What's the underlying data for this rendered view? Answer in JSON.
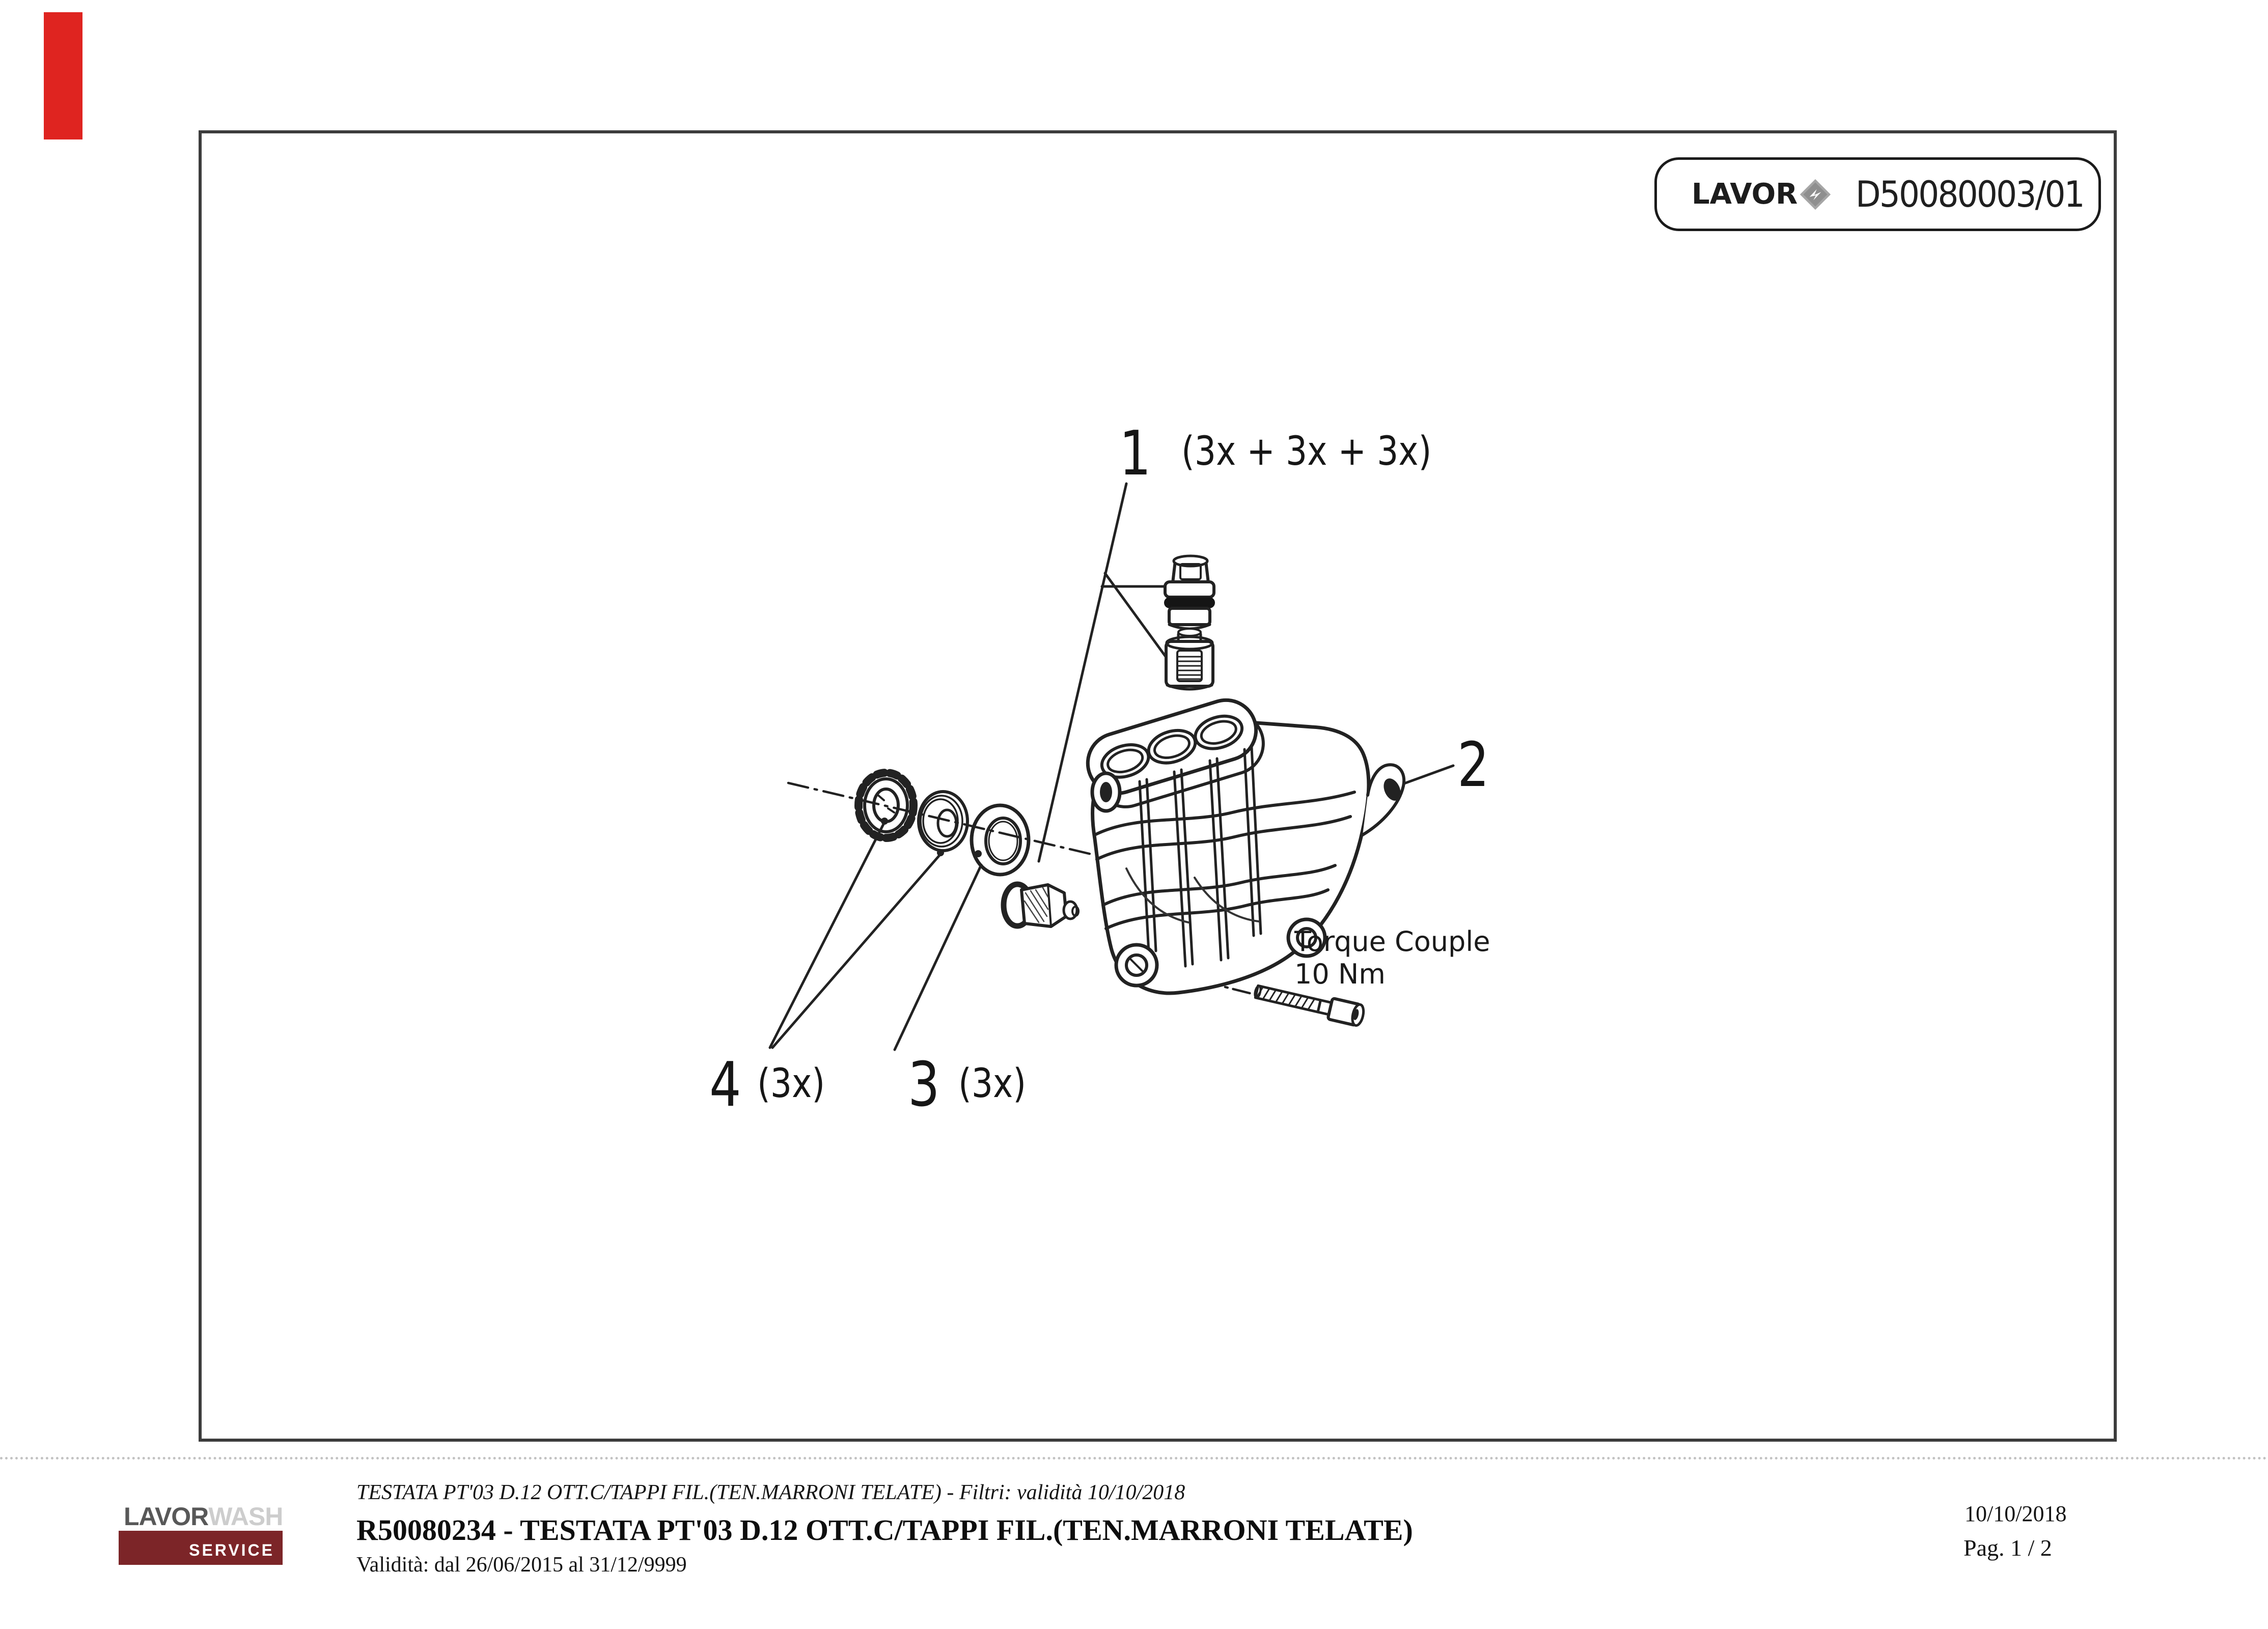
{
  "title_box": {
    "brand": "LAVOR",
    "code": "D50080003/01"
  },
  "callouts": {
    "one": {
      "number": "1",
      "qty": "(3x + 3x + 3x)"
    },
    "two": {
      "number": "2"
    },
    "three": {
      "number": "3",
      "qty": "(3x)"
    },
    "four": {
      "number": "4",
      "qty": "(3x)"
    }
  },
  "torque": {
    "line1": "Torque Couple",
    "line2": "10 Nm"
  },
  "footer": {
    "brand": {
      "part1": "LAVOR",
      "part2": "WASH",
      "banner": "SERVICE"
    },
    "subject_italic": "TESTATA PT'03 D.12 OTT.C/TAPPI FIL.(TEN.MARRONI TELATE) - Filtri: validità 10/10/2018",
    "title_bold": "R50080234 - TESTATA PT'03 D.12 OTT.C/TAPPI FIL.(TEN.MARRONI TELATE)",
    "validity": "Validità: dal 26/06/2015 al 31/12/9999",
    "date": "10/10/2018",
    "page_num": "Pag. 1 / 2"
  },
  "colors": {
    "accent_red": "#df2420",
    "service_red": "#7c2528",
    "line": "#222222"
  }
}
